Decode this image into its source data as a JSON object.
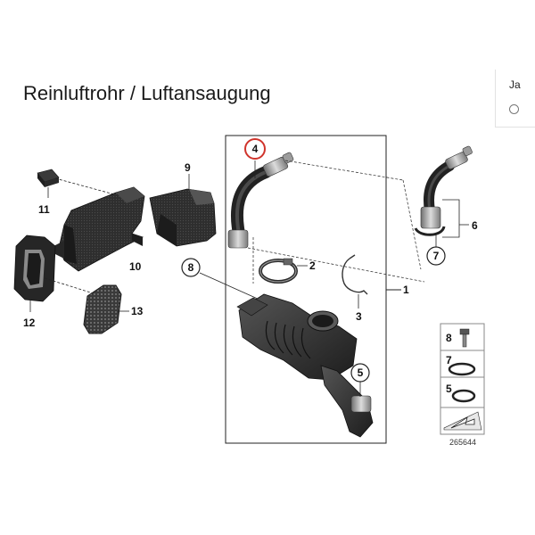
{
  "page": {
    "title": "Reinluftrohr / Luftansaugung",
    "option_label": "Ja"
  },
  "callouts": {
    "c1": "1",
    "c2": "2",
    "c3": "3",
    "c4": "4",
    "c5": "5",
    "c6": "6",
    "c7": "7",
    "c8": "8",
    "c9": "9",
    "c10": "10",
    "c11": "11",
    "c12": "12",
    "c13": "13"
  },
  "legend": {
    "screw": "8",
    "oring_large": "7",
    "oring_small": "5"
  },
  "diagram_number": "265644",
  "colors": {
    "highlight": "#d0342c",
    "part": "#2b2b2b",
    "line": "#222222"
  }
}
